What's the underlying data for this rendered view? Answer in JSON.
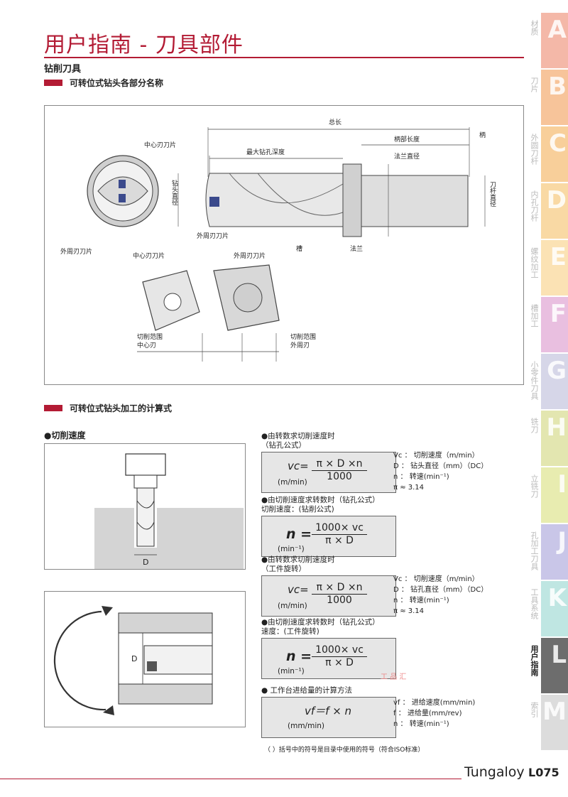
{
  "header": {
    "title": "用户指南 - 刀具部件",
    "section": "钻削刀具"
  },
  "section1": {
    "heading": "可转位式钻头各部分名称",
    "labels": {
      "total_length": "总长",
      "shank_length": "柄部长度",
      "shank": "柄",
      "max_depth": "最大钻孔深度",
      "flange_dia": "法兰直径",
      "center_insert_top": "中心刃刀片",
      "drill_dia": "钻头直径",
      "shank_dia": "刀杆直径",
      "peripheral_insert": "外周刃刀片",
      "flute": "槽",
      "flange": "法兰",
      "peripheral_insert_left": "外周刃刀片",
      "center_insert_2": "中心刃刀片",
      "peripheral_insert_2": "外周刃刀片",
      "cut_range_center_1": "切削范围",
      "cut_range_center_2": "中心刃",
      "cut_range_outer_1": "切削范围",
      "cut_range_outer_2": "外周刃"
    }
  },
  "section2": {
    "heading": "可转位式钻头加工的计算式",
    "cutting_speed": "●切削速度",
    "diagram_d1": "D",
    "diagram_d2": "D",
    "formulas": [
      {
        "head1": "●由转数求切削速度时",
        "head2": "（钻孔公式）",
        "lhs": "vc=",
        "unit": "(m/min)",
        "num": "π × D ×n",
        "den": "1000"
      },
      {
        "head1": "●由切削速度求转数时（钻孔公式）",
        "head2": "切削速度：(钻削公式)",
        "lhs": "n =",
        "unit": "(min⁻¹)",
        "num": "1000× vc",
        "den": "π × D"
      },
      {
        "head1": "●由转数求切削速度时",
        "head2": "（工件旋转）",
        "lhs": "vc=",
        "unit": "(m/min)",
        "num": "π × D ×n",
        "den": "1000"
      },
      {
        "head1": "●由切削速度求转数时（钻孔公式）",
        "head2": "速度：(工件旋转)",
        "lhs": "n =",
        "unit": "(min⁻¹)",
        "num": "1000× vc",
        "den": "π × D"
      },
      {
        "head1": "● 工作台进给量的计算方法",
        "head2": "",
        "lhs": "vf＝f × n",
        "unit": "(mm/min)",
        "num": "",
        "den": ""
      }
    ],
    "legend1": [
      "Vc ： 切削速度（m/min）",
      "D  ： 钻头直径（mm）（DC）",
      "n  ： 转速(min⁻¹)",
      "π ≈ 3.14"
    ],
    "legend2": [
      "Vc ： 切削速度（m/min）",
      "D  ： 钻孔直径（mm）（DC）",
      "n  ： 转速(min⁻¹)",
      "π          ≈ 3.14"
    ],
    "legend3": [
      "vf ： 进给速度(mm/min)",
      "f  ： 进给量(mm/rev)",
      "n ： 转速(min⁻¹)"
    ],
    "note": "（ ）括号中的符号是目录中使用的符号（符合ISO标准）"
  },
  "tabs": [
    {
      "letter": "A",
      "name": "材质",
      "color": "#f4b8a8"
    },
    {
      "letter": "B",
      "name": "刀片",
      "color": "#f7c49a"
    },
    {
      "letter": "C",
      "name": "外圆刀杆",
      "color": "#f8cf9a"
    },
    {
      "letter": "D",
      "name": "内孔刀杆",
      "color": "#f9d9a4"
    },
    {
      "letter": "E",
      "name": "螺纹加工",
      "color": "#fbe2b4"
    },
    {
      "letter": "F",
      "name": "槽加工",
      "color": "#e9bfe0"
    },
    {
      "letter": "G",
      "name": "小零件刀具",
      "color": "#d6d6e8"
    },
    {
      "letter": "H",
      "name": "铣刀",
      "color": "#e3e6b0"
    },
    {
      "letter": "I",
      "name": "立铣刀",
      "color": "#e8ecb0"
    },
    {
      "letter": "J",
      "name": "孔加工刀具",
      "color": "#c9c6e8"
    },
    {
      "letter": "K",
      "name": "工具系统",
      "color": "#bfe6e2"
    },
    {
      "letter": "L",
      "name": "用户指南",
      "color": "#6d6d6d"
    },
    {
      "letter": "M",
      "name": "索引",
      "color": "#dcdcdc"
    }
  ],
  "footer": {
    "brand": "Tungaloy",
    "page": "L075"
  },
  "watermark": "工  品  汇"
}
